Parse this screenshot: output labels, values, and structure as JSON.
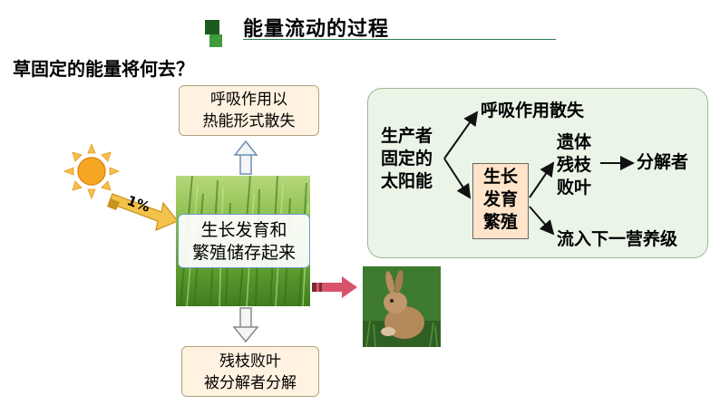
{
  "title": "能量流动的过程",
  "question": "草固定的能量将何去？",
  "boxes": {
    "respiration": [
      "呼吸作用以",
      "热能形式散失"
    ],
    "growth": [
      "生长发育和",
      "繁殖储存起来"
    ],
    "decomposition": [
      "残枝败叶",
      "被分解者分解"
    ]
  },
  "sun_arrow_label": "1%",
  "panel": {
    "producer": [
      "生产者",
      "固定的",
      "太阳能"
    ],
    "respiration": "呼吸作用散失",
    "growth": [
      "生长",
      "发育",
      "繁殖"
    ],
    "remains": [
      "遗体",
      "残枝",
      "败叶"
    ],
    "decomposer": "分解者",
    "next_level": "流入下一营养级"
  },
  "colors": {
    "accent_green": "#2c7b4f",
    "box_fill": "#fff2e0",
    "panel_fill": "#eaf5e8",
    "sun": "#f5a623",
    "arrow_red": "#d9546a"
  },
  "icons": {
    "sun": "sun-icon",
    "grass": "grass-image",
    "rabbit": "rabbit-image"
  }
}
